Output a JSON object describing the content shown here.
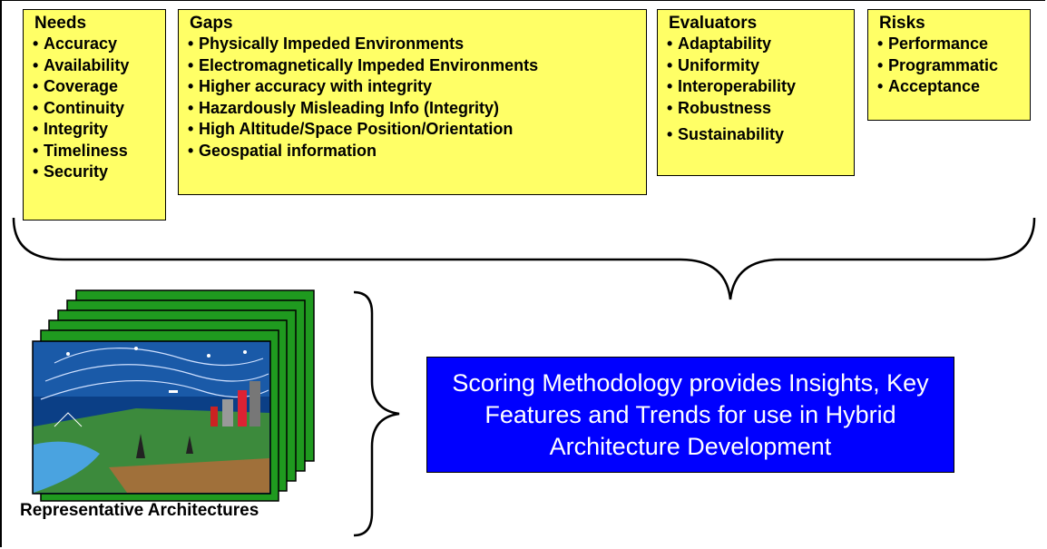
{
  "needs": {
    "title": "Needs",
    "items": [
      "Accuracy",
      "Availability",
      "Coverage",
      "Continuity",
      "Integrity",
      "Timeliness",
      "Security"
    ]
  },
  "gaps": {
    "title": "Gaps",
    "items": [
      "Physically Impeded Environments",
      "Electromagnetically Impeded  Environments",
      "Higher accuracy with integrity",
      "Hazardously Misleading Info (Integrity)",
      "High Altitude/Space  Position/Orientation",
      "Geospatial information"
    ]
  },
  "evaluators": {
    "title": "Evaluators",
    "items": [
      "Adaptability",
      "Uniformity",
      "Interoperability",
      "Robustness",
      "Sustainability"
    ]
  },
  "risks": {
    "title": "Risks",
    "items": [
      "Performance",
      "Programmatic",
      "Acceptance"
    ]
  },
  "scoring": {
    "text": "Scoring Methodology provides Insights, Key\nFeatures and Trends for use in Hybrid\nArchitecture Development"
  },
  "architectures": {
    "caption": "Representative Architectures"
  },
  "colors": {
    "box_fill": "#ffff66",
    "scoring_fill": "#0000ff",
    "card_green": "#1f9a1f"
  }
}
